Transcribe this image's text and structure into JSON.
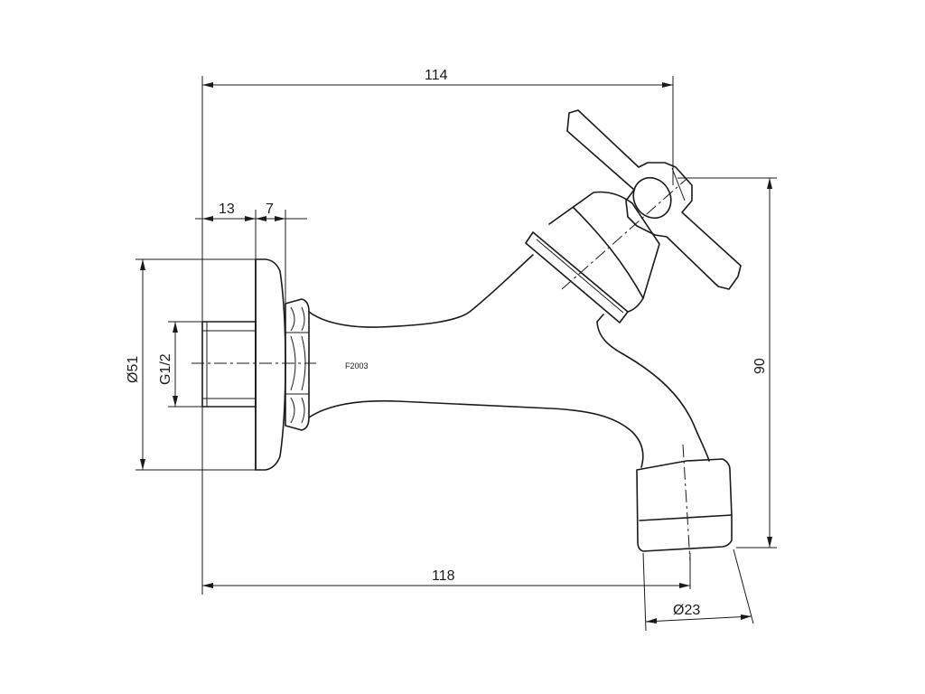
{
  "drawing": {
    "model_code": "F2003"
  },
  "dimensions": {
    "overall_top": "114",
    "overall_bottom": "118",
    "flange_depth": "13",
    "nut_offset": "7",
    "flange_diameter": "Ø51",
    "thread": "G1/2",
    "height": "90",
    "outlet_diameter": "Ø23"
  }
}
